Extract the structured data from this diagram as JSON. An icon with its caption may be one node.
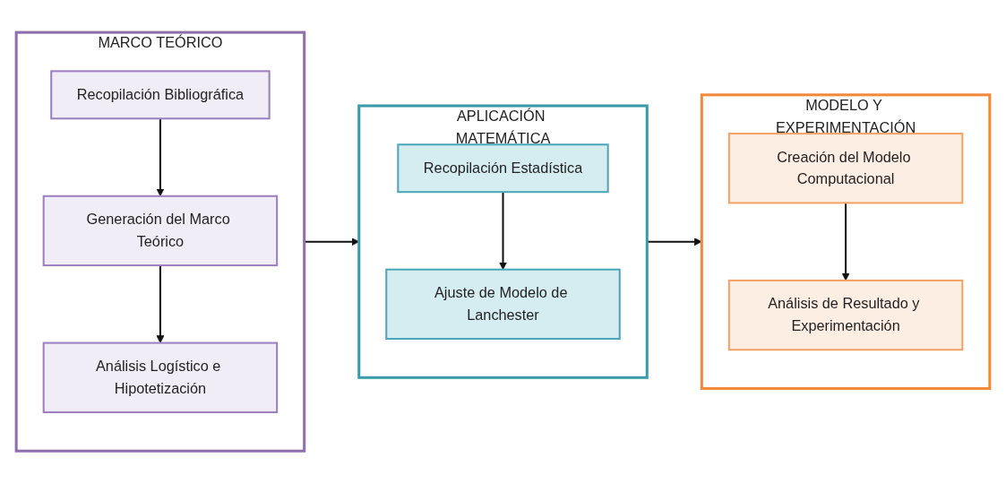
{
  "diagram": {
    "nodes": [
      {
        "text": [
          "MARCO TEÓRICO"
        ]
      },
      {
        "text": [
          "Recopilación Bibliográfica"
        ],
        "in": 0
      },
      {
        "text": [
          "Generación del Marco Teórico"
        ],
        "in": 0
      },
      {
        "text": [
          "Análisis Logístico e Hipotetización"
        ],
        "in": 0
      },
      {
        "text": [
          "APLICACIÓN MATEMÁTICA"
        ]
      },
      {
        "text": [
          "Recopilación Estadística"
        ],
        "in": 4
      },
      {
        "text": [
          "Ajuste de Modelo de Lanchester"
        ],
        "in": 4
      },
      {
        "text": [
          "MODELO Y EXPERIMENTACIÓN"
        ]
      },
      {
        "text": [
          "Creación del Modelo Computacional"
        ],
        "in": 7
      },
      {
        "text": [
          "Análisis de Resultado y Experimentación"
        ],
        "in": 7
      }
    ],
    "edges": [
      {
        "from": 1,
        "to": 2,
        "arrow": "to"
      },
      {
        "from": 2,
        "to": 3,
        "arrow": "to"
      },
      {
        "from": 0,
        "to": 4,
        "arrow": "to"
      },
      {
        "from": 5,
        "to": 6,
        "arrow": "to"
      },
      {
        "from": 4,
        "to": 7,
        "arrow": "to"
      },
      {
        "from": 8,
        "to": 9,
        "arrow": "to"
      }
    ]
  }
}
